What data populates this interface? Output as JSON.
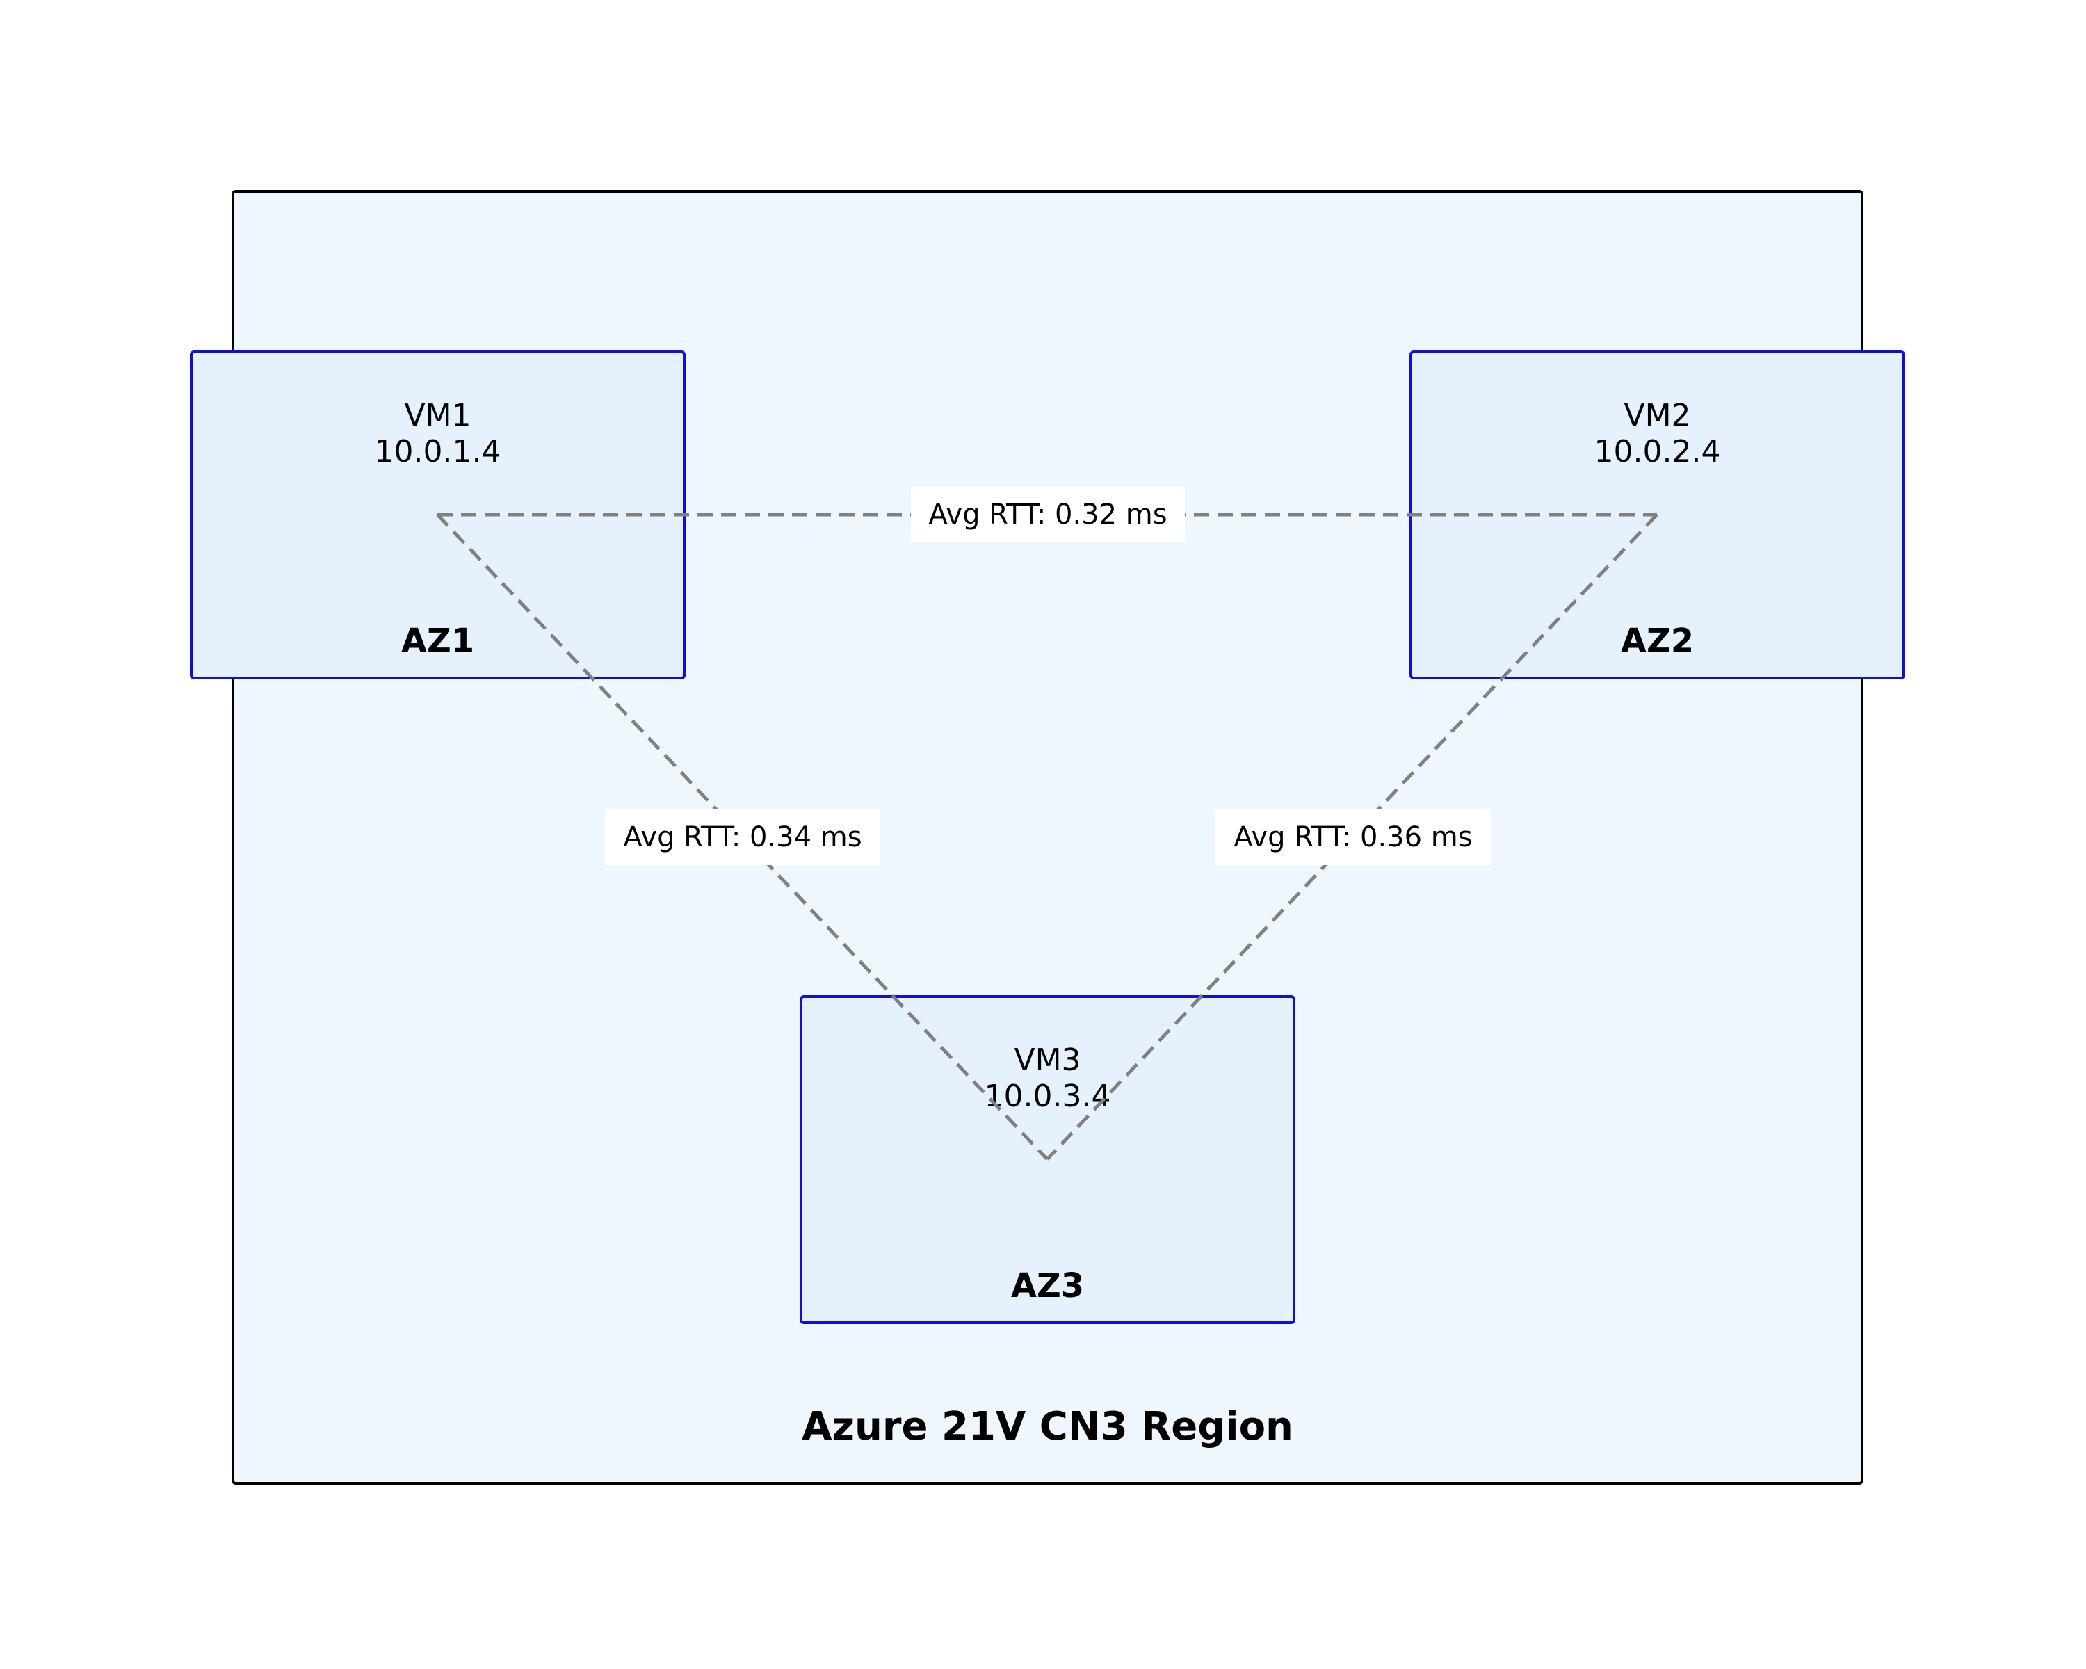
{
  "region": {
    "title": "Azure 21V CN3 Region",
    "fill": "#eff7fe",
    "border": "#000000"
  },
  "zones": [
    {
      "az": "AZ1",
      "vm": "VM1",
      "ip": "10.0.1.4"
    },
    {
      "az": "AZ2",
      "vm": "VM2",
      "ip": "10.0.2.4"
    },
    {
      "az": "AZ3",
      "vm": "VM3",
      "ip": "10.0.3.4"
    }
  ],
  "zone_style": {
    "fill": "#e5f1fd",
    "border": "#1010d0"
  },
  "links": [
    {
      "from": "VM1",
      "to": "VM2",
      "label": "Avg RTT: 0.32 ms"
    },
    {
      "from": "VM1",
      "to": "VM3",
      "label": "Avg RTT: 0.34 ms"
    },
    {
      "from": "VM2",
      "to": "VM3",
      "label": "Avg RTT: 0.36 ms"
    }
  ],
  "link_style": {
    "stroke": "#808080",
    "dash": "dashed"
  }
}
